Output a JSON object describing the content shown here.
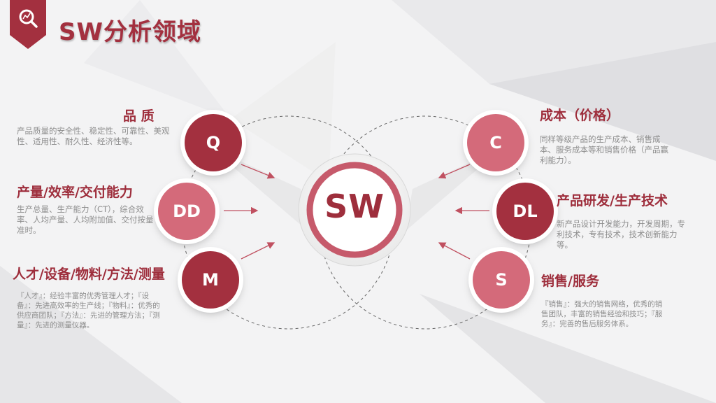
{
  "title": "SW分析领域",
  "center": "SW",
  "badge_icon": "magnifier-chart-icon",
  "colors": {
    "accent": "#a3303f",
    "light": "#d46a7a",
    "text": "#8d8d8d"
  },
  "left": [
    {
      "letter": "Q",
      "heading": "品 质",
      "desc": "产品质量的安全性、稳定性、可靠性、美观性、适用性、耐久性、经济性等。"
    },
    {
      "letter": "DD",
      "heading": "产量/效率/交付能力",
      "desc": "生产总量、生产能力（CT），综合效率、人均产量、人均附加值、交付按量准时。"
    },
    {
      "letter": "M",
      "heading": "人才/设备/物料/方法/测量",
      "desc": "『人才』：经验丰富的优秀管理人才；『设备』：先进高效率的生产线；『物料』：优秀的供应商团队；『方法』：先进的管理方法；『测量』：先进的测量仪器。"
    }
  ],
  "right": [
    {
      "letter": "C",
      "heading": "成本（价格）",
      "desc": "同样等级产品的生产成本、销售成本、服务成本等和销售价格（产品赢利能力）。"
    },
    {
      "letter": "DL",
      "heading": "产品研发/生产技术",
      "desc": "新产品设计开发能力，开发周期，专利技术，专有技术，技术创新能力等。"
    },
    {
      "letter": "S",
      "heading": "销售/服务",
      "desc": "『销售』：强大的销售网络，优秀的销售团队，丰富的销售经验和技巧；『服务』：完善的售后服务体系。"
    }
  ]
}
